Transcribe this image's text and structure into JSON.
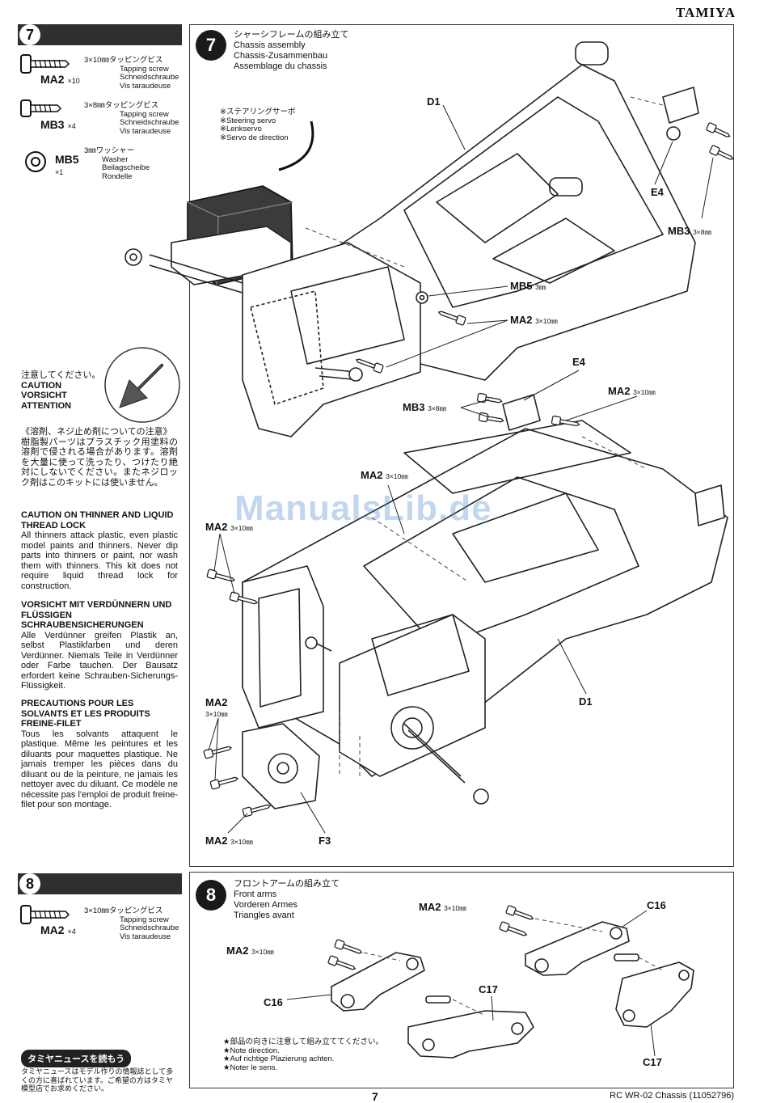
{
  "brand": "TAMIYA",
  "step7": {
    "number": "7",
    "parts": [
      {
        "code": "MA2",
        "qty": "×10",
        "size_jp": "3×10㎜タッピングビス",
        "en": "Tapping screw",
        "de": "Schneidschraube",
        "fr": "Vis taraudeuse"
      },
      {
        "code": "MB3",
        "qty": "×4",
        "size_jp": "3×8㎜タッピングビス",
        "en": "Tapping screw",
        "de": "Schneidschraube",
        "fr": "Vis taraudeuse"
      },
      {
        "code": "MB5",
        "qty": "×1",
        "size_jp": "3㎜ワッシャー",
        "en": "Washer",
        "de": "Beilagscheibe",
        "fr": "Rondelle"
      }
    ],
    "title_jp": "シャーシフレームの組み立て",
    "title_en": "Chassis assembly",
    "title_de": "Chassis-Zusammenbau",
    "title_fr": "Assemblage du chassis",
    "servo_note": [
      "※ステアリングサーボ",
      "※Steering servo",
      "※Lenkservo",
      "※Servo de direction"
    ],
    "labels": {
      "d1": "D1",
      "e4": "E4",
      "f3": "F3",
      "mb3": "MB3",
      "mb3_size": "3×8㎜",
      "mb5": "MB5",
      "mb5_size": "3㎜",
      "ma2": "MA2",
      "ma2_size": "3×10㎜"
    }
  },
  "caution": {
    "jp": "注意してください。",
    "en": "CAUTION",
    "de": "VORSICHT",
    "fr": "ATTENTION",
    "solvent_jp_title": "《溶剤、ネジ止め剤についての注意》",
    "solvent_jp_body": "樹脂製パーツはプラスチック用塗料の溶剤で侵される場合があります。溶剤を大量に使って洗ったり、つけたり絶対にしないでください。またネジロック剤はこのキットには使いません。",
    "en_title": "CAUTION ON THINNER AND LIQUID THREAD LOCK",
    "en_body": "All thinners attack plastic, even plastic model paints and thinners. Never dip parts into thinners or paint, nor wash them with thinners. This kit does not require liquid thread lock for construction.",
    "de_title": "VORSICHT MIT VERDÜNNERN UND FLÜSSIGEN SCHRAUBENSICHERUNGEN",
    "de_body": "Alle Verdünner greifen Plastik an, selbst Plastikfarben und deren Verdünner. Niemals Teile in Verdünner oder Farbe tauchen. Der Bausatz erfordert keine Schrauben-Sicherungs-Flüssigkeit.",
    "fr_title": "PRECAUTIONS POUR LES SOLVANTS ET LES PRODUITS FREINE-FILET",
    "fr_body": "Tous les solvants attaquent le plastique. Même les peintures et les diluants pour maquettes plastique. Ne jamais tremper les pièces dans du diluant ou de la peinture, ne jamais les nettoyer avec du diluant. Ce modèle ne nécessite pas l'emploi de produit freine-filet pour son montage."
  },
  "step8": {
    "number": "8",
    "parts": [
      {
        "code": "MA2",
        "qty": "×4",
        "size_jp": "3×10㎜タッピングビス",
        "en": "Tapping screw",
        "de": "Schneidschraube",
        "fr": "Vis taraudeuse"
      }
    ],
    "title_jp": "フロントアームの組み立て",
    "title_en": "Front arms",
    "title_de": "Vorderen Armes",
    "title_fr": "Triangles avant",
    "labels": {
      "c16": "C16",
      "c17": "C17",
      "ma2": "MA2",
      "ma2_size": "3×10㎜"
    },
    "direction_note": [
      "★部品の向きに注意して組み立ててください。",
      "★Note direction.",
      "★Auf richtige Plazierung achten.",
      "★Noter le sens."
    ]
  },
  "news": {
    "badge": "タミヤニュースを読もう",
    "text": "タミヤニュースはモデル作りの情報誌として多くの方に喜ばれています。ご希望の方はタミヤ模型店でお求めください。"
  },
  "watermark": "ManualsLib.de",
  "footer": {
    "page": "7",
    "model": "RC WR-02 Chassis (11052796)"
  }
}
